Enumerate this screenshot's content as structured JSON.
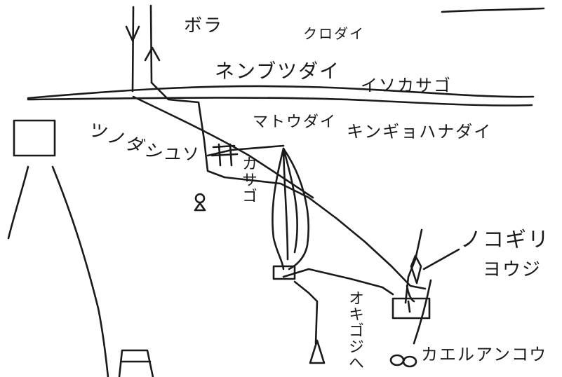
{
  "sketch": {
    "labels": {
      "bora": "ボラ",
      "kurodai": "クロダイ",
      "nenbutsudai": "ネンブツダイ",
      "isokasago": "イソカサゴ",
      "matoudai": "マトウダイ",
      "kingyohanadai": "キンギョハナダイ",
      "tsunodashi": "ツノダシ",
      "yuso": "ユソ",
      "kasago": "カサゴ",
      "nokogiri": "ノコギリ",
      "youji": "ヨウジ",
      "okigoji_he": "オキゴジへ",
      "kaeruankou": "カエルアンコウ"
    }
  }
}
